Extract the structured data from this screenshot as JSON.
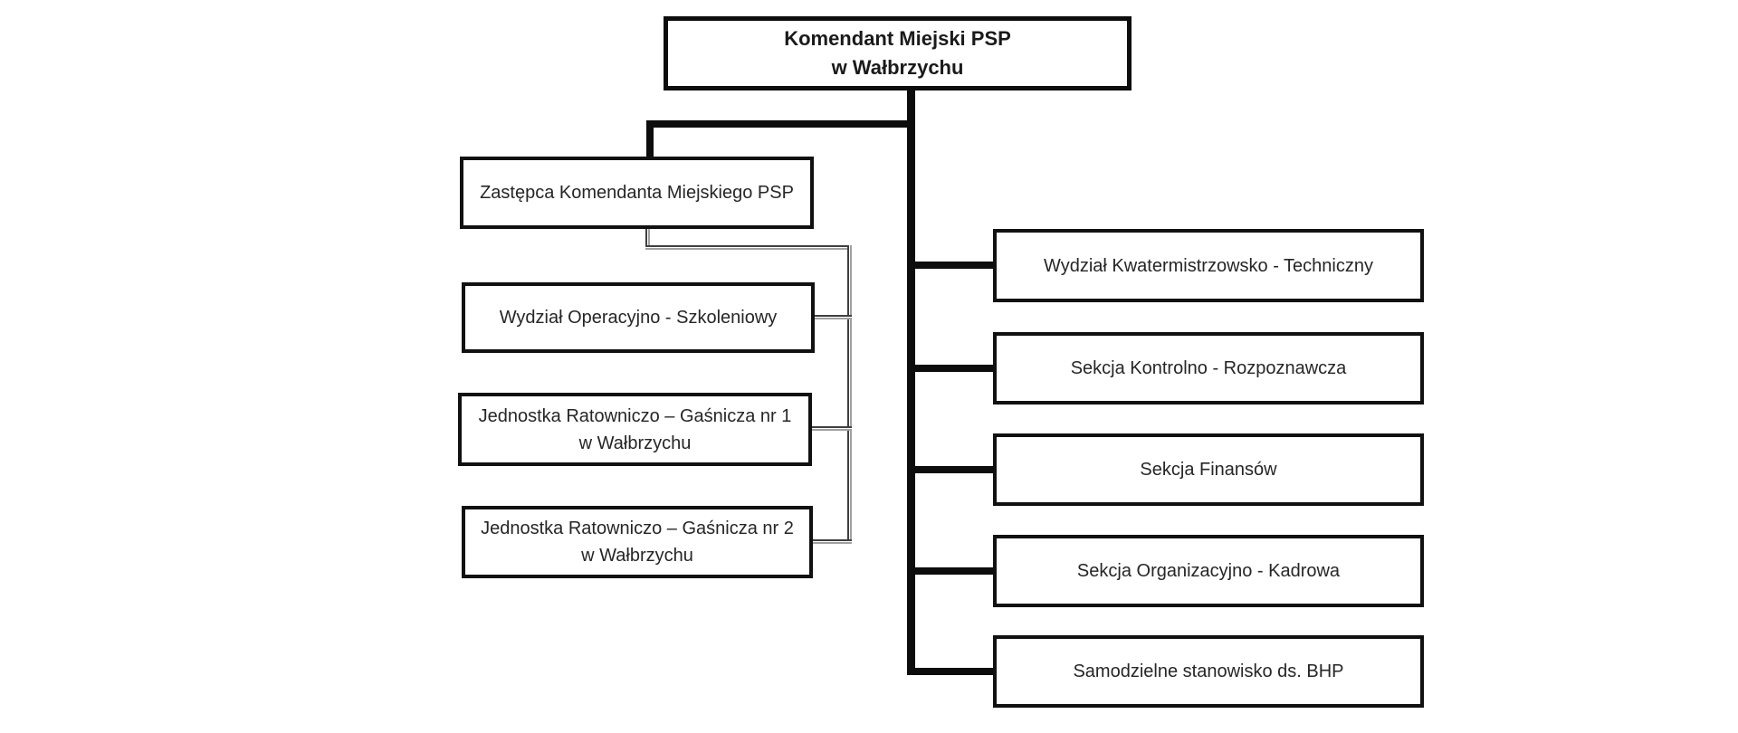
{
  "org": {
    "root": {
      "label": "Komendant Miejski PSP\nw Wałbrzychu"
    },
    "deputy_branch": {
      "deputy": {
        "label": "Zastępca Komendanta Miejskiego PSP"
      },
      "subordinates": [
        {
          "label": "Wydział Operacyjno - Szkoleniowy"
        },
        {
          "label": "Jednostka Ratowniczo – Gaśnicza nr 1\nw Wałbrzychu"
        },
        {
          "label": "Jednostka Ratowniczo – Gaśnicza nr 2\nw Wałbrzychu"
        }
      ]
    },
    "direct_reports": [
      {
        "label": "Wydział Kwatermistrzowsko - Techniczny"
      },
      {
        "label": "Sekcja Kontrolno - Rozpoznawcza"
      },
      {
        "label": "Sekcja Finansów"
      },
      {
        "label": "Sekcja Organizacyjno - Kadrowa"
      },
      {
        "label": "Samodzielne stanowisko ds. BHP"
      }
    ],
    "colors": {
      "background": "#ffffff",
      "box_border": "#0d0d0d",
      "text": "#262626",
      "thick_connector": "#0d0d0d",
      "thin_connector_dark": "#3f3f3f",
      "thin_connector_shadow": "#a0a0a0"
    }
  }
}
